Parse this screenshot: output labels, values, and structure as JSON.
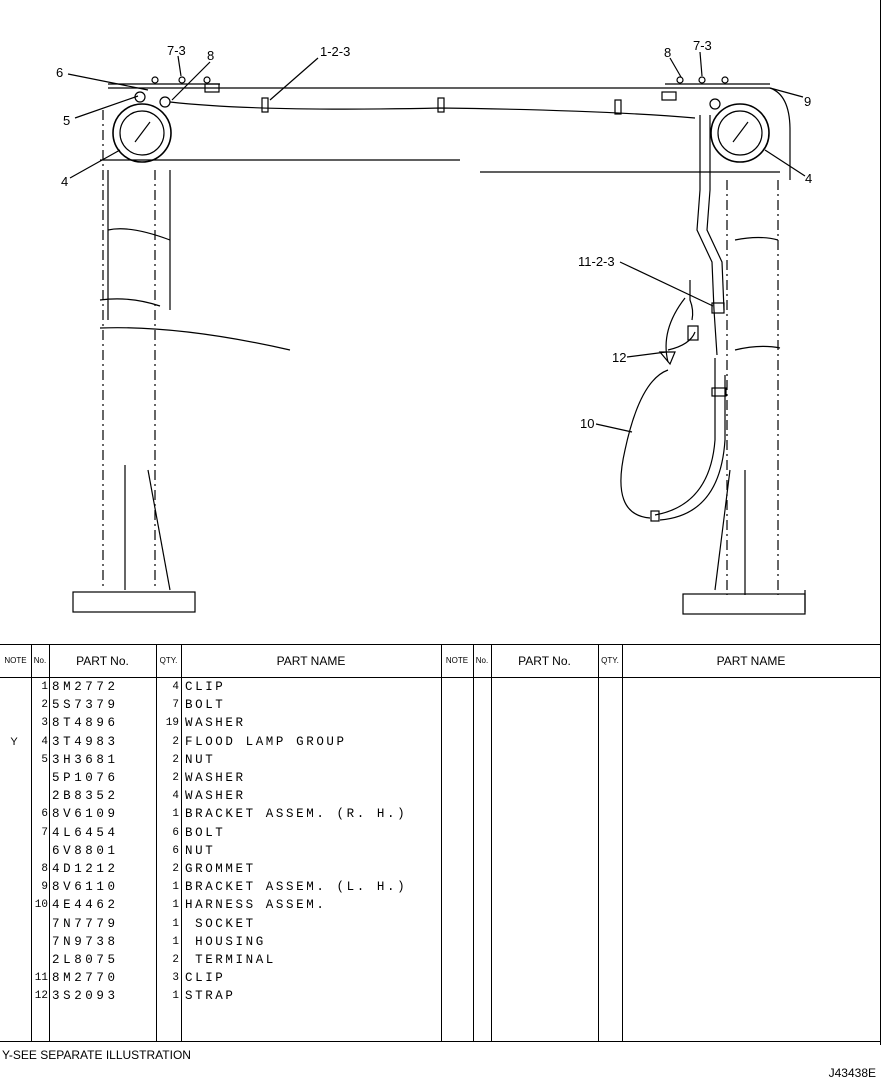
{
  "drawing": {
    "callouts": {
      "c1": "1-2-3",
      "c2": "7-3",
      "c3": "8",
      "c4": "6",
      "c5": "5",
      "c6": "4",
      "c7": "8",
      "c8": "7-3",
      "c9": "9",
      "c10": "4",
      "c11": "11-2-3",
      "c12": "12",
      "c13": "10"
    }
  },
  "table": {
    "headers": {
      "note": "NOTE",
      "no": "No.",
      "part_no": "PART No.",
      "qty": "QTY.",
      "part_name": "PART NAME",
      "note2": "NOTE",
      "no2": "No.",
      "part_no2": "PART No.",
      "qty2": "QTY.",
      "part_name2": "PART NAME"
    },
    "rows": [
      {
        "note": "",
        "no": "1",
        "part": "8M2772",
        "qty": "4",
        "name": "CLIP"
      },
      {
        "note": "",
        "no": "2",
        "part": "5S7379",
        "qty": "7",
        "name": "BOLT"
      },
      {
        "note": "",
        "no": "3",
        "part": "8T4896",
        "qty": "19",
        "name": "WASHER"
      },
      {
        "note": "Y",
        "no": "4",
        "part": "3T4983",
        "qty": "2",
        "name": "FLOOD LAMP GROUP"
      },
      {
        "note": "",
        "no": "5",
        "part": "3H3681",
        "qty": "2",
        "name": "NUT"
      },
      {
        "note": "",
        "no": "",
        "part": "5P1076",
        "qty": "2",
        "name": "WASHER"
      },
      {
        "note": "",
        "no": "",
        "part": "2B8352",
        "qty": "4",
        "name": "WASHER"
      },
      {
        "note": "",
        "no": "6",
        "part": "8V6109",
        "qty": "1",
        "name": "BRACKET ASSEM. (R. H.)"
      },
      {
        "note": "",
        "no": "7",
        "part": "4L6454",
        "qty": "6",
        "name": "BOLT"
      },
      {
        "note": "",
        "no": "",
        "part": "6V8801",
        "qty": "6",
        "name": "NUT"
      },
      {
        "note": "",
        "no": "8",
        "part": "4D1212",
        "qty": "2",
        "name": "GROMMET"
      },
      {
        "note": "",
        "no": "9",
        "part": "8V6110",
        "qty": "1",
        "name": "BRACKET ASSEM. (L. H.)"
      },
      {
        "note": "",
        "no": "10",
        "part": "4E4462",
        "qty": "1",
        "name": "HARNESS ASSEM."
      },
      {
        "note": "",
        "no": "",
        "part": "7N7779",
        "qty": "1",
        "name": " SOCKET"
      },
      {
        "note": "",
        "no": "",
        "part": "7N9738",
        "qty": "1",
        "name": " HOUSING"
      },
      {
        "note": "",
        "no": "",
        "part": "2L8075",
        "qty": "2",
        "name": " TERMINAL"
      },
      {
        "note": "",
        "no": "11",
        "part": "8M2770",
        "qty": "3",
        "name": "CLIP"
      },
      {
        "note": "",
        "no": "12",
        "part": "3S2093",
        "qty": "1",
        "name": "STRAP"
      }
    ]
  },
  "footnote": "Y-SEE SEPARATE ILLUSTRATION",
  "drawing_id": "J43438E"
}
